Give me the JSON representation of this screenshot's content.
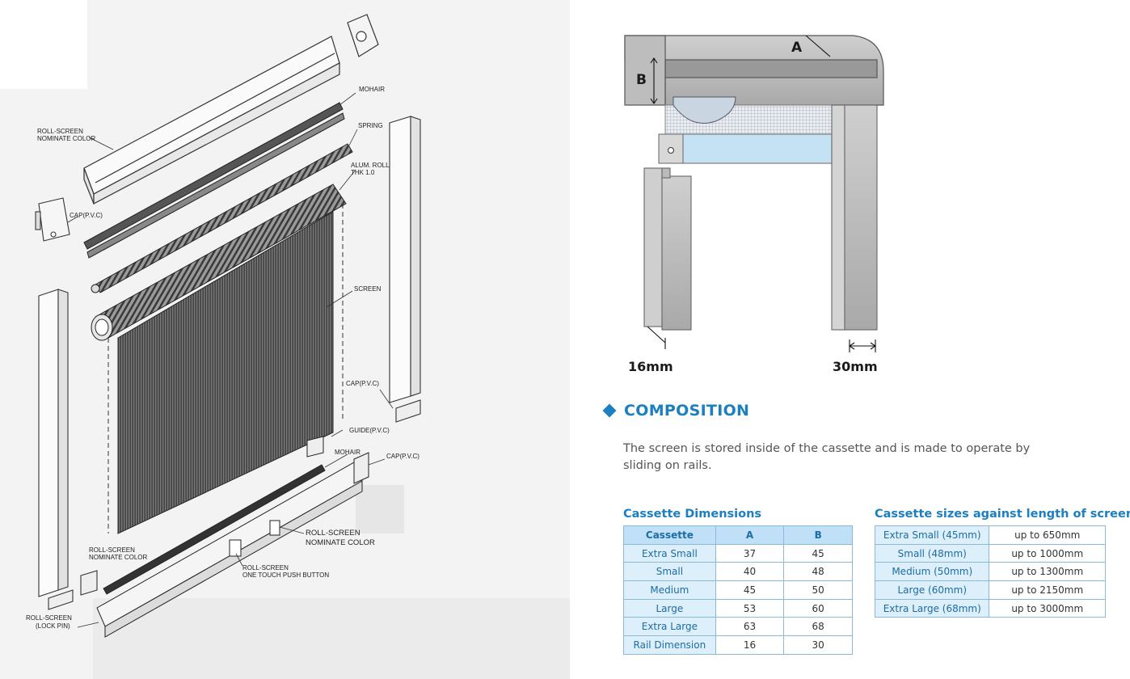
{
  "exploded_labels": {
    "mohair_top": "MOHAIR",
    "roll_screen_nominate_1": "ROLL-SCREEN",
    "roll_screen_nominate_2": "NOMINATE COLOR",
    "spring": "SPRING",
    "alum_roll_1": "ALUM. ROLL",
    "alum_roll_2": "THK 1.0",
    "cap_left": "CAP(P.V.C)",
    "screen": "SCREEN",
    "cap_right": "CAP(P.V.C)",
    "guide": "GUIDE(P.V.C)",
    "mohair_bottom": "MOHAIR",
    "cap_bottom": "CAP(P.V.C)",
    "roll_screen_bottom_1": "ROLL-SCREEN",
    "roll_screen_bottom_2": "NOMINATE COLOR",
    "roll_screen_left_1": "ROLL-SCREEN",
    "roll_screen_left_2": "NOMINATE COLOR",
    "push_button_1": "ROLL-SCREEN",
    "push_button_2": "ONE TOUCH PUSH BUTTON",
    "lock_pin_1": "ROLL-SCREEN",
    "lock_pin_2": "(LOCK PIN)"
  },
  "diagram": {
    "label_a": "A",
    "label_b": "B",
    "rail_left": "16mm",
    "rail_right": "30mm"
  },
  "composition": {
    "heading": "COMPOSITION",
    "description": "The screen is stored inside of the cassette and is made to operate by sliding on rails."
  },
  "cassette_dimensions": {
    "title": "Cassette Dimensions",
    "headers": [
      "Cassette",
      "A",
      "B"
    ],
    "rows": [
      [
        "Extra Small",
        "37",
        "45"
      ],
      [
        "Small",
        "40",
        "48"
      ],
      [
        "Medium",
        "45",
        "50"
      ],
      [
        "Large",
        "53",
        "60"
      ],
      [
        "Extra Large",
        "63",
        "68"
      ],
      [
        "Rail Dimension",
        "16",
        "30"
      ]
    ]
  },
  "cassette_sizes": {
    "title": "Cassette sizes against length of screen",
    "rows": [
      [
        "Extra Small (45mm)",
        "up to 650mm"
      ],
      [
        "Small (48mm)",
        "up to 1000mm"
      ],
      [
        "Medium (50mm)",
        "up to 1300mm"
      ],
      [
        "Large (60mm)",
        "up to 2150mm"
      ],
      [
        "Extra Large (68mm)",
        "up to 3000mm"
      ]
    ]
  },
  "colors": {
    "accent": "#1b7fc0",
    "table_header": "#bfe0f6",
    "table_first_col": "#ddeffb"
  }
}
